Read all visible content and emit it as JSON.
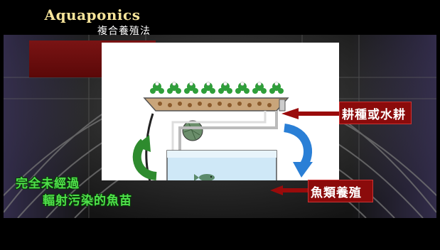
{
  "title": {
    "en": "Aquaponics",
    "zh": "複合養殖法"
  },
  "labels": {
    "planting": "耕種或水耕",
    "fish": "魚類養殖"
  },
  "caption": {
    "line1": "完全未經過",
    "line2": "輻射污染的魚苗"
  },
  "colors": {
    "title_bg": "#7a1414",
    "title_text": "#f6e49a",
    "label_bg": "#8b0b0b",
    "caption_text": "#4fe04a",
    "arrow_green": "#2e8b2e",
    "arrow_blue": "#2a7fd6",
    "water": "#cfe8f7"
  }
}
